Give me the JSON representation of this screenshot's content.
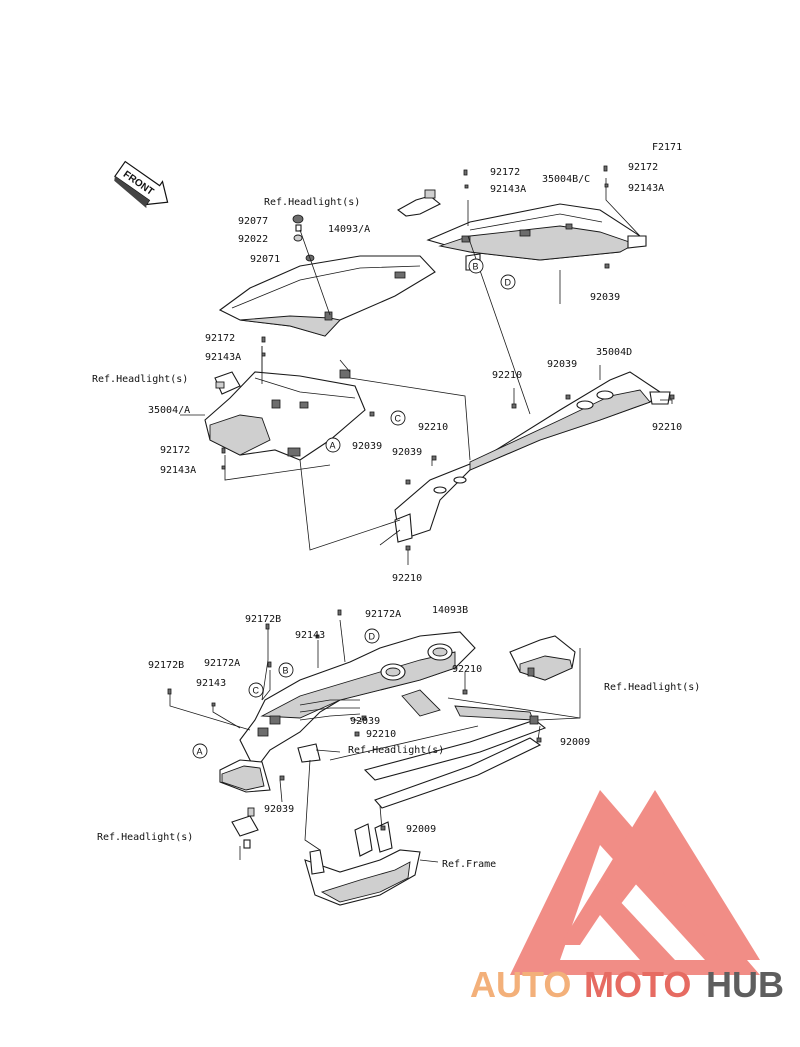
{
  "figure_code": "F2171",
  "front_arrow_label": "FRONT",
  "watermark": {
    "word_1": "AUTO",
    "word_2": "MOTO",
    "word_3": "HUB",
    "colors": {
      "auto": "#f3b07a",
      "moto": "#e66b62",
      "hub": "#5e5e5e",
      "logo": "#ef7a72"
    }
  },
  "callouts": {
    "a": "A",
    "b": "B",
    "c": "C",
    "d": "D"
  },
  "labels": {
    "top": {
      "p92172_r1": "92172",
      "p92143a_r1": "92143A",
      "p35004bc": "35004B/C",
      "p92172_r2": "92172",
      "p92143a_r2": "92143A",
      "ref_headlight_1": "Ref.Headlight(s)",
      "p92077": "92077",
      "p92022": "92022",
      "p14093a": "14093/A",
      "p92071": "92071",
      "p92039_r": "92039",
      "p92172_l1": "92172",
      "p92143a_l1": "92143A",
      "ref_headlight_2": "Ref.Headlight(s)",
      "p35004a": "35004/A",
      "p92039_m": "92039",
      "p35004d": "35004D",
      "p92210_1": "92210",
      "p92210_2": "92210",
      "p92039_c": "92039",
      "p92210_3": "92210",
      "p92172_l2": "92172",
      "p92143a_l2": "92143A",
      "p92039_l": "92039",
      "p92210_4": "92210"
    },
    "bottom": {
      "p92172b_1": "92172B",
      "p92172a_1": "92172A",
      "p14093b": "14093B",
      "p92143_1": "92143",
      "p92172b_2": "92172B",
      "p92172a_2": "92172A",
      "p92210_1": "92210",
      "p92143_2": "92143",
      "ref_headlight_3": "Ref.Headlight(s)",
      "p92039_1": "92039",
      "p92210_2": "92210",
      "ref_headlight_4": "Ref.Headlight(s)",
      "p92009_1": "92009",
      "p92039_2": "92039",
      "p92009_2": "92009",
      "ref_headlight_5": "Ref.Headlight(s)",
      "ref_frame": "Ref.Frame"
    }
  }
}
